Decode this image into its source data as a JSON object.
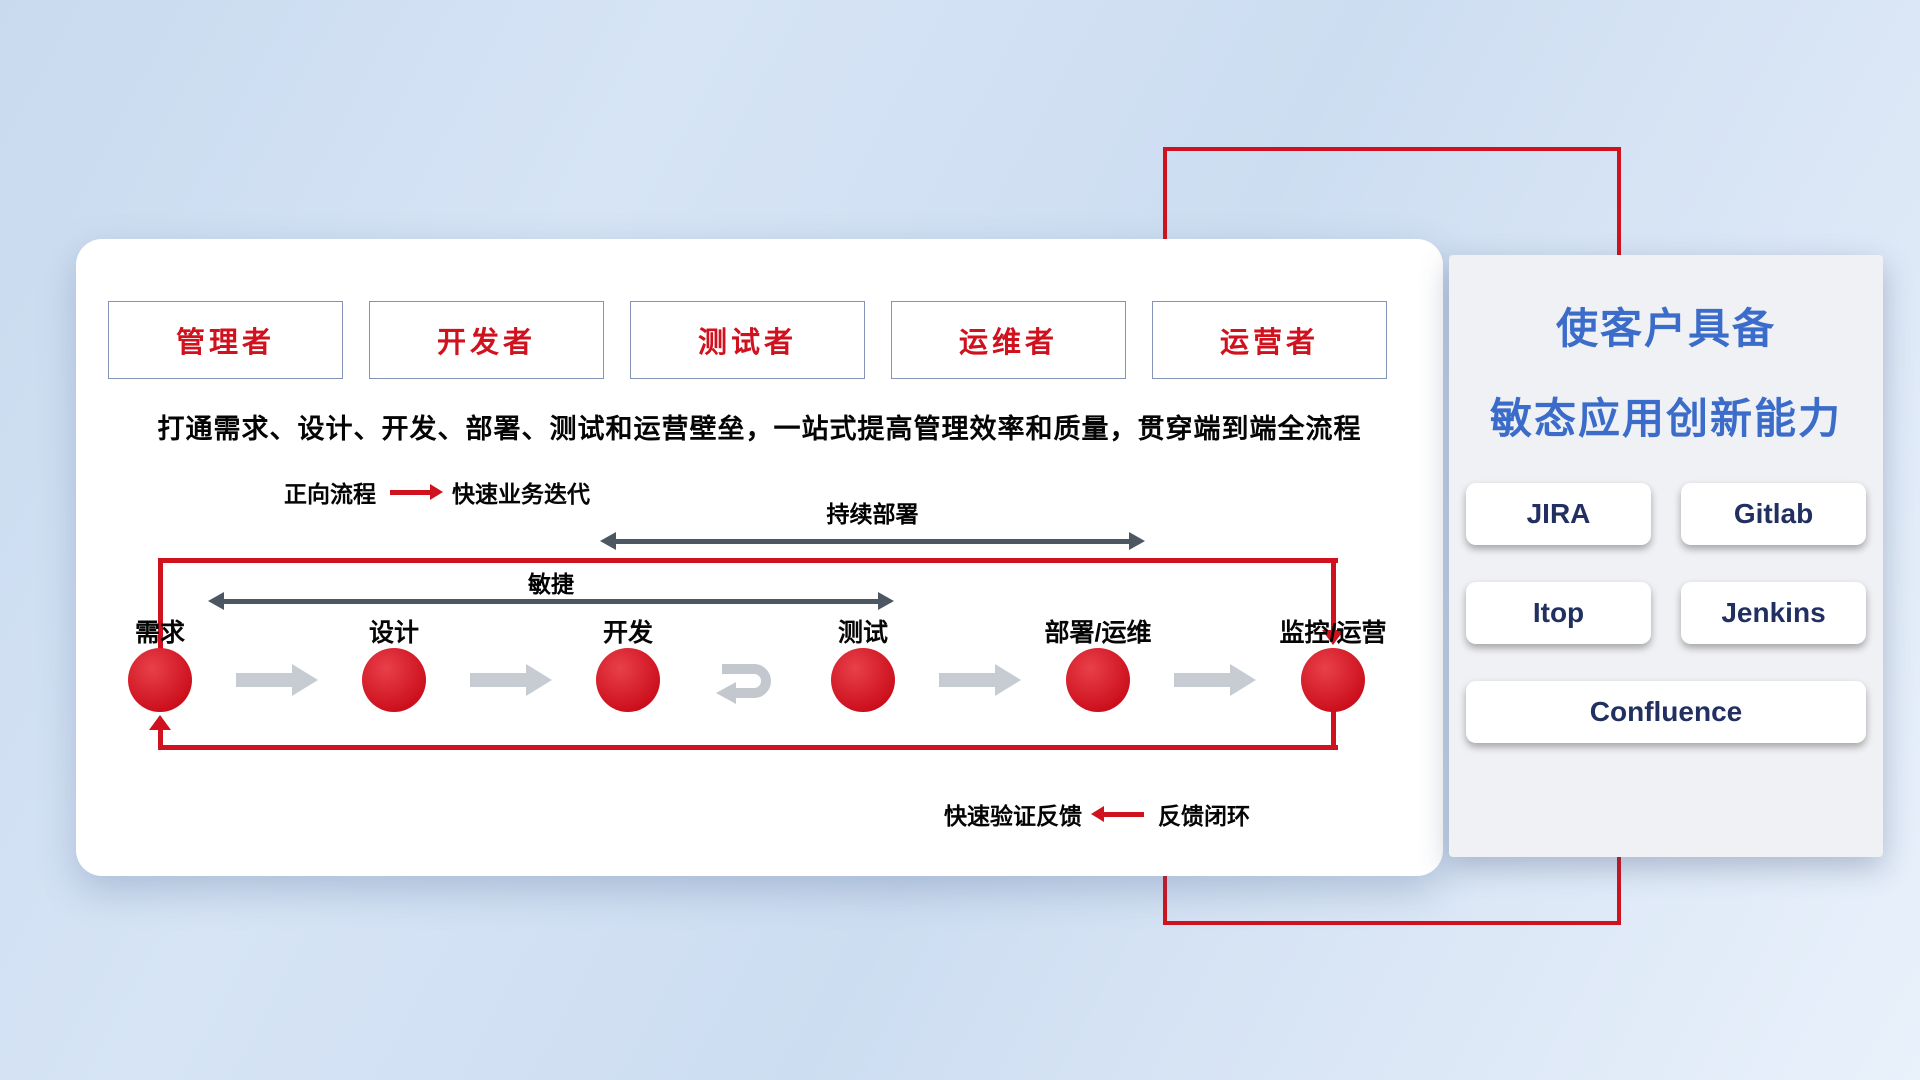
{
  "roles": [
    {
      "label": "管理者"
    },
    {
      "label": "开发者"
    },
    {
      "label": "测试者"
    },
    {
      "label": "运维者"
    },
    {
      "label": "运营者"
    }
  ],
  "headline": "打通需求、设计、开发、部署、测试和运营壁垒，一站式提高管理效率和质量，贯穿端到端全流程",
  "legend": {
    "forward_label": "正向流程",
    "forward_desc": "快速业务迭代",
    "feedback_desc": "快速验证反馈",
    "feedback_label": "反馈闭环"
  },
  "flow": {
    "continuous_deployment": "持续部署",
    "agile": "敏捷",
    "nodes": [
      {
        "label": "需求"
      },
      {
        "label": "设计"
      },
      {
        "label": "开发"
      },
      {
        "label": "测试"
      },
      {
        "label": "部署/运维"
      },
      {
        "label": "监控/运营"
      }
    ]
  },
  "right_panel": {
    "title_line1": "使客户具备",
    "title_line2": "敏态应用创新能力",
    "tools": [
      {
        "label": "JIRA"
      },
      {
        "label": "Gitlab"
      },
      {
        "label": "Itop"
      },
      {
        "label": "Jenkins"
      },
      {
        "label": "Confluence"
      }
    ]
  },
  "colors": {
    "accent_red": "#d0121f",
    "title_blue": "#3c6cc9",
    "tool_text": "#223061",
    "dark_arrow": "#4d5763",
    "gray_arrow": "#c7ccd3",
    "background_blue": "#d6e4f5"
  }
}
